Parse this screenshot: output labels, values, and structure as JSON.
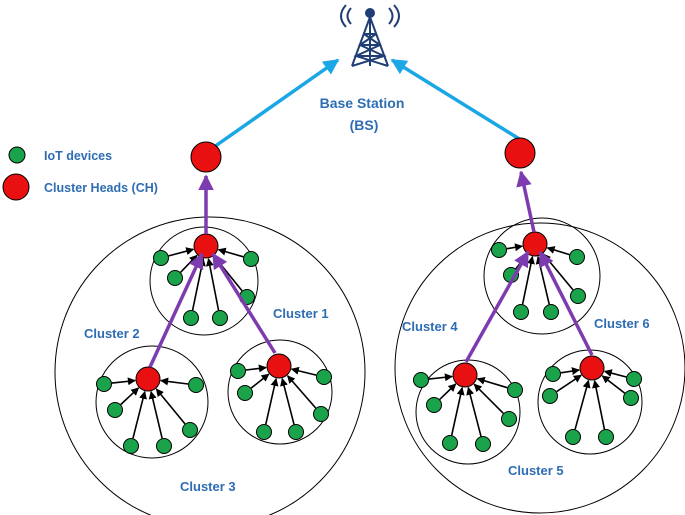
{
  "base_station": {
    "label_line1": "Base Station",
    "label_line2": "(BS)",
    "icon": "radio-tower-icon"
  },
  "legend": {
    "iot_label": "IoT devices",
    "ch_label": "Cluster Heads (CH)"
  },
  "clusters": {
    "c1": "Cluster 1",
    "c2": "Cluster 2",
    "c3": "Cluster 3",
    "c4": "Cluster 4",
    "c5": "Cluster 5",
    "c6": "Cluster 6"
  },
  "colors": {
    "label_text": "#2e6db4",
    "iot_node": "#1aa34a",
    "cluster_head": "#e81010",
    "link_bs": "#1ba7e6",
    "link_ch": "#7d3bb0",
    "member_arrow": "#000000",
    "tower": "#1f3e75"
  }
}
